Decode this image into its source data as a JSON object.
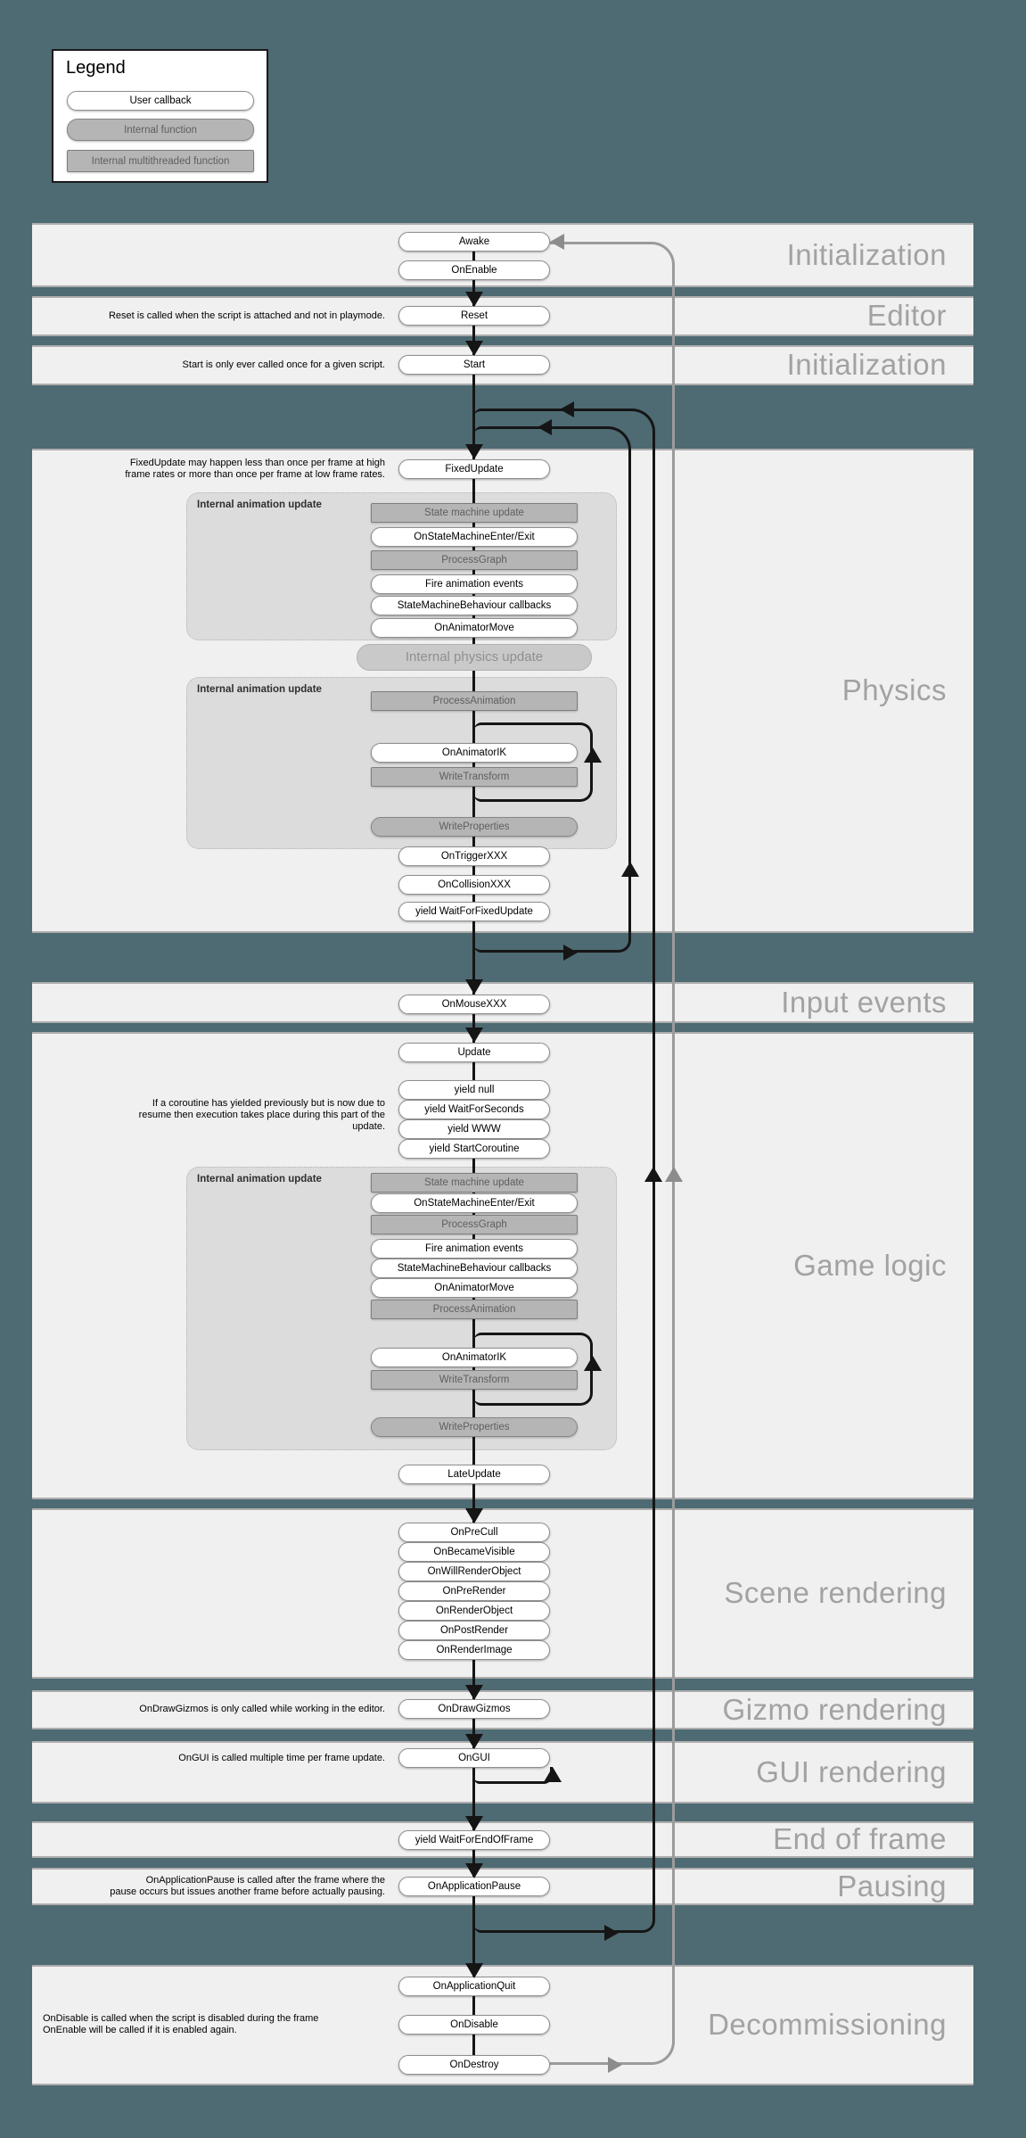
{
  "colors": {
    "page_bg": "#4e6a73",
    "band_bg": "#f0f0f0",
    "section_label": "#a2a2a2",
    "group_bg": "#dcdcdc",
    "user_node_bg": "#ffffff",
    "internal_node_bg": "#b5b5b5",
    "black_line": "#151515",
    "gray_line": "#9b9b9b"
  },
  "legend": {
    "title": "Legend",
    "user_label": "User callback",
    "internal_label": "Internal function",
    "multithreaded_label": "Internal multithreaded function"
  },
  "sections": {
    "init1": "Initialization",
    "editor": "Editor",
    "init2": "Initialization",
    "physics": "Physics",
    "input": "Input events",
    "gamelogic": "Game logic",
    "scene": "Scene rendering",
    "gizmo": "Gizmo rendering",
    "gui": "GUI rendering",
    "endframe": "End of frame",
    "pausing": "Pausing",
    "decomm": "Decommissioning"
  },
  "groups": {
    "anim1": "Internal animation update",
    "anim2": "Internal animation update",
    "anim3": "Internal animation update"
  },
  "annotations": {
    "reset": "Reset is called when the script is attached and not in playmode.",
    "start": "Start is only ever called once for a given script.",
    "fixedupdate": "FixedUpdate may happen less than once per frame at high\nframe rates or more than once per frame at low frame rates.",
    "coroutine": "If a coroutine has yielded previously but is now due to\nresume then execution takes place during this part of the\nupdate.",
    "gizmos": "OnDrawGizmos is only called while working in the editor.",
    "gui": "OnGUI is called multiple time per frame update.",
    "pause": "OnApplicationPause is called after the frame where the\npause occurs but issues another frame before actually pausing.",
    "disable": "OnDisable is called when the script is disabled during the frame\nOnEnable will be called if it is enabled again."
  },
  "nodes": {
    "awake": "Awake",
    "onenable": "OnEnable",
    "reset": "Reset",
    "start": "Start",
    "fixedupdate": "FixedUpdate",
    "sm1": "State machine update",
    "osme1": "OnStateMachineEnter/Exit",
    "pg1": "ProcessGraph",
    "fae1": "Fire animation events",
    "smb1": "StateMachineBehaviour callbacks",
    "oam1": "OnAnimatorMove",
    "internalphysics": "Internal physics update",
    "pa2": "ProcessAnimation",
    "ik2": "OnAnimatorIK",
    "wt2": "WriteTransform",
    "wp2": "WriteProperties",
    "ontrigger": "OnTriggerXXX",
    "oncollision": "OnCollisionXXX",
    "yieldfixed": "yield WaitForFixedUpdate",
    "onmouse": "OnMouseXXX",
    "update": "Update",
    "yieldnull": "yield null",
    "yieldwfs": "yield WaitForSeconds",
    "yieldwww": "yield WWW",
    "yieldsc": "yield StartCoroutine",
    "sm3": "State machine update",
    "osme3": "OnStateMachineEnter/Exit",
    "pg3": "ProcessGraph",
    "fae3": "Fire animation events",
    "smb3": "StateMachineBehaviour callbacks",
    "oam3": "OnAnimatorMove",
    "pa3": "ProcessAnimation",
    "ik3": "OnAnimatorIK",
    "wt3": "WriteTransform",
    "wp3": "WriteProperties",
    "lateupdate": "LateUpdate",
    "onprecull": "OnPreCull",
    "onbecamevisible": "OnBecameVisible",
    "onwillrender": "OnWillRenderObject",
    "onprerender": "OnPreRender",
    "onrenderobject": "OnRenderObject",
    "onpostrender": "OnPostRender",
    "onrenderimage": "OnRenderImage",
    "ondrawgizmos": "OnDrawGizmos",
    "ongui": "OnGUI",
    "yieldendframe": "yield WaitForEndOfFrame",
    "onapppause": "OnApplicationPause",
    "onappquit": "OnApplicationQuit",
    "ondisable": "OnDisable",
    "ondestroy": "OnDestroy"
  }
}
